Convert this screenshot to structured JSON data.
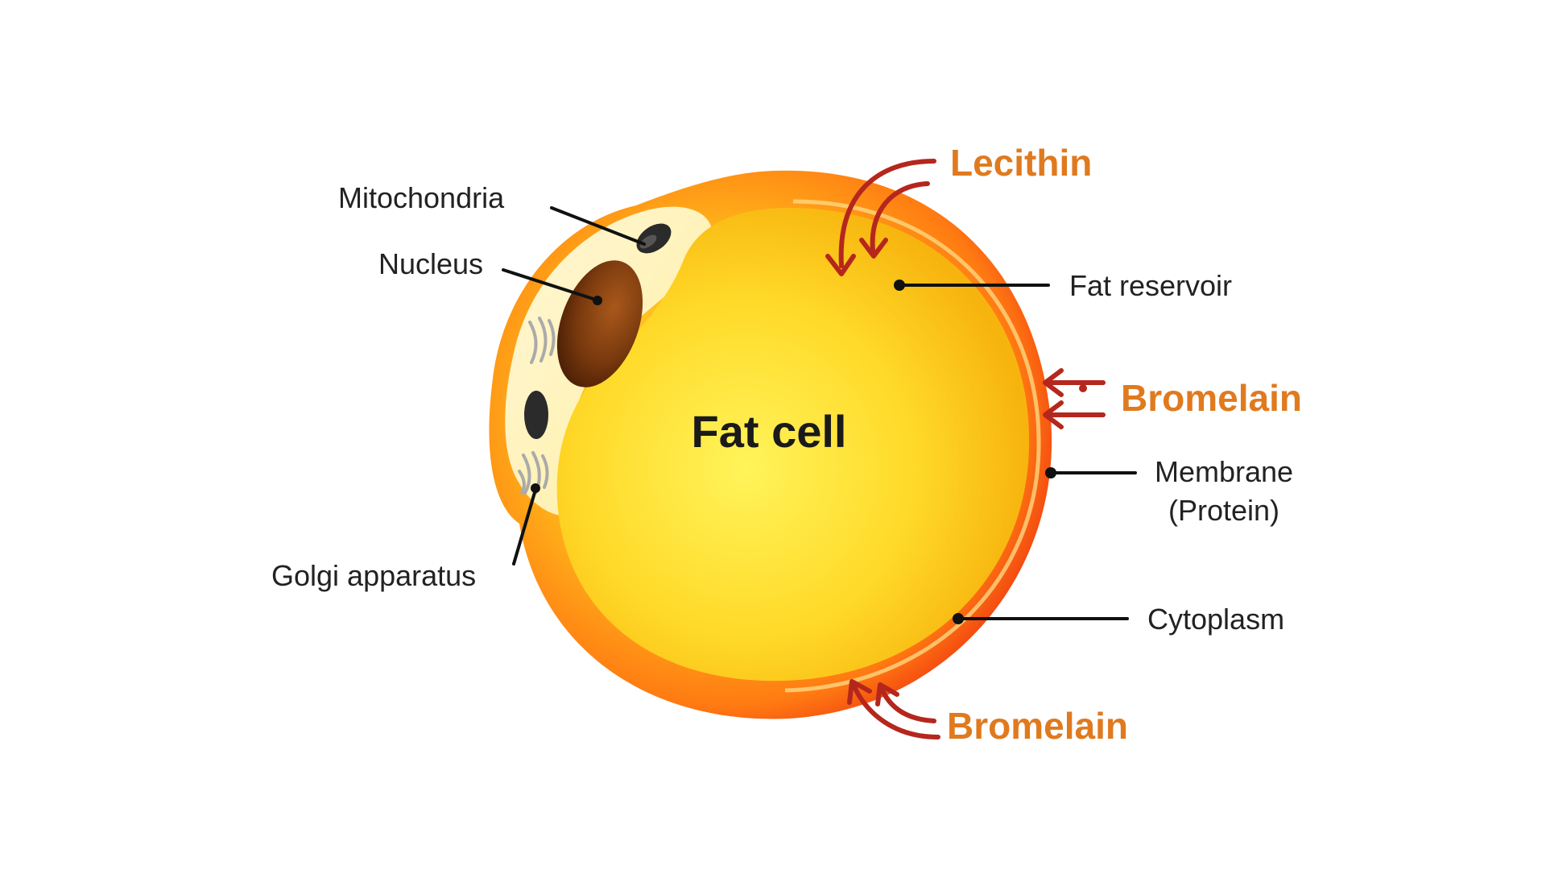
{
  "diagram": {
    "title": "Fat cell",
    "labels": {
      "mitochondria": "Mitochondria",
      "nucleus": "Nucleus",
      "golgi": "Golgi apparatus",
      "fat_reservoir": "Fat reservoir",
      "membrane_line1": "Membrane",
      "membrane_line2": "(Protein)",
      "cytoplasm": "Cytoplasm"
    },
    "agents": {
      "lecithin": "Lecithin",
      "bromelain_side": "Bromelain",
      "bromelain_bottom": "Bromelain"
    }
  },
  "colors": {
    "agent_text": "#E07A1F",
    "arrow": "#B5271D",
    "membrane_outer": "#F03A10",
    "cell_core": "#FFE23A",
    "nucleus": "#7A3A0E",
    "organelle": "#2B2B2B"
  }
}
